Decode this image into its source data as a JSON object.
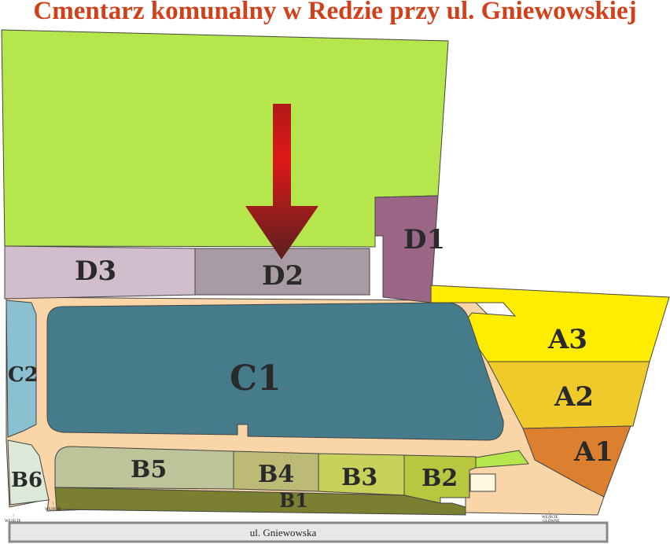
{
  "title": "Cmentarz komunalny w Redzie przy ul. Gniewowskiej",
  "sections": {
    "A1": "A1",
    "A2": "A2",
    "A3": "A3",
    "B1": "B1",
    "B2": "B2",
    "B3": "B3",
    "B4": "B4",
    "B5": "B5",
    "B6": "B6",
    "C1": "C1",
    "C2": "C2",
    "D1": "D1",
    "D2": "D2",
    "D3": "D3"
  },
  "street": "ul. Gniewowska",
  "entrances": {
    "side1": "WEJŚCIE",
    "side2": "WEJŚCIE",
    "main_line1": "WEJŚCIE",
    "main_line2": "GŁÓWNE"
  },
  "colors": {
    "title": "#d2401a",
    "field": "#b5e64b",
    "path": "#f9d5a7",
    "C1": "#467b8b",
    "arrow": "#d41a1a"
  }
}
